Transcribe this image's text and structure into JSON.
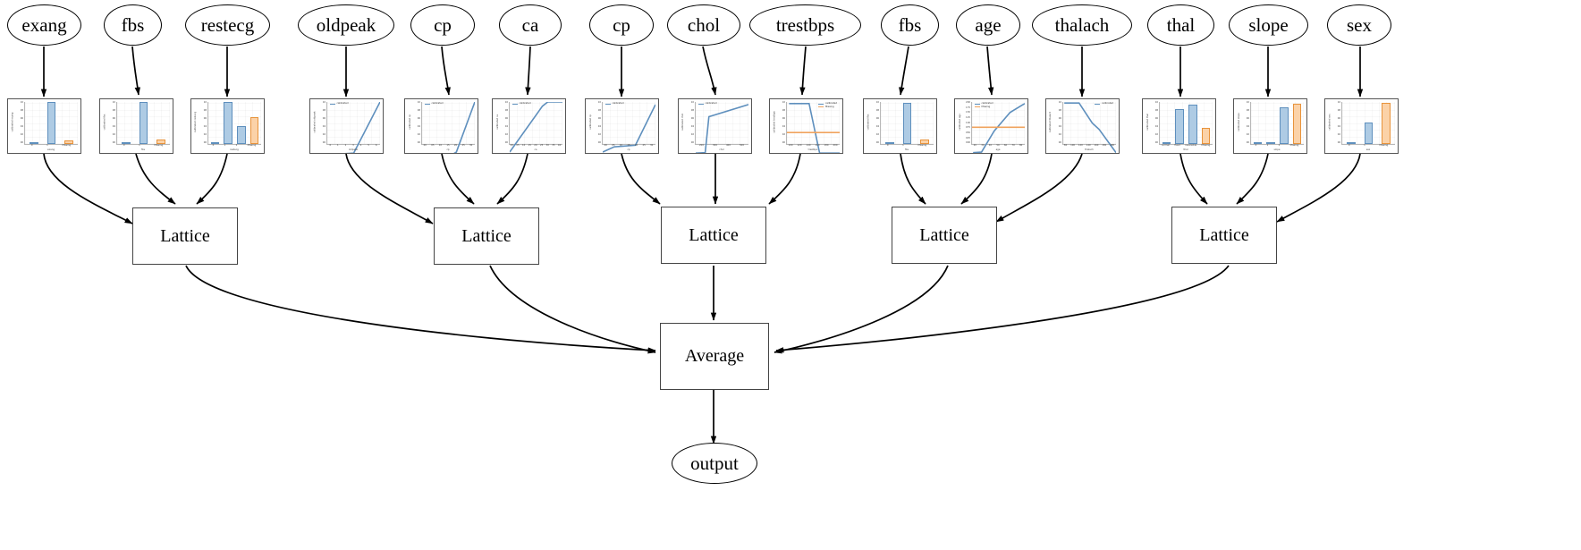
{
  "diagram": {
    "type": "calibrated-lattice-ensemble-graph",
    "output_node": {
      "label": "output"
    },
    "aggregate_node": {
      "label": "Average"
    },
    "lattice_label": "Lattice",
    "lattice_nodes": [
      {
        "label": "Lattice",
        "inputs": [
          "exang",
          "fbs",
          "restecg"
        ]
      },
      {
        "label": "Lattice",
        "inputs": [
          "oldpeak",
          "cp",
          "ca"
        ]
      },
      {
        "label": "Lattice",
        "inputs": [
          "cp",
          "chol",
          "trestbps"
        ]
      },
      {
        "label": "Lattice",
        "inputs": [
          "fbs",
          "age",
          "thalach"
        ]
      },
      {
        "label": "Lattice",
        "inputs": [
          "thal",
          "slope",
          "sex"
        ]
      }
    ],
    "features": [
      {
        "name": "exang",
        "plot_type": "bar",
        "xlabel": "exang",
        "ylabel": "calibrated exang",
        "xticks": [
          "0",
          "1",
          "Missing"
        ],
        "yticks": [
          "10",
          "08",
          "06",
          "04",
          "02",
          "00"
        ],
        "bars": [
          {
            "series": "calibrated",
            "value": 0.0
          },
          {
            "series": "calibrated",
            "value": 1.0
          },
          {
            "series": "Missing",
            "value": 0.08
          }
        ]
      },
      {
        "name": "fbs",
        "plot_type": "bar",
        "xlabel": "fbs",
        "ylabel": "calibrated fbs",
        "xticks": [
          "0",
          "1",
          "Missing"
        ],
        "yticks": [
          "10",
          "08",
          "06",
          "04",
          "02",
          "00"
        ],
        "bars": [
          {
            "series": "calibrated",
            "value": 0.0
          },
          {
            "series": "calibrated",
            "value": 1.0
          },
          {
            "series": "Missing",
            "value": 0.1
          }
        ]
      },
      {
        "name": "restecg",
        "plot_type": "bar",
        "xlabel": "restecg",
        "ylabel": "calibrated restecg",
        "xticks": [
          "0",
          "1",
          "2",
          "Missing"
        ],
        "yticks": [
          "10",
          "08",
          "06",
          "04",
          "02",
          "00"
        ],
        "bars": [
          {
            "series": "calibrated",
            "value": 0.0
          },
          {
            "series": "calibrated",
            "value": 1.0
          },
          {
            "series": "calibrated",
            "value": 0.42
          },
          {
            "series": "Missing",
            "value": 0.63
          }
        ]
      },
      {
        "name": "oldpeak",
        "plot_type": "line",
        "xlabel": "oldpeak",
        "ylabel": "calibrated oldpeak",
        "legend": [
          "calibrated"
        ],
        "xticks": [
          "0",
          "1",
          "2",
          "3",
          "4",
          "5",
          "6"
        ],
        "yticks": [
          "10",
          "08",
          "06",
          "04",
          "02",
          "00"
        ],
        "series": [
          {
            "name": "calibrated",
            "points": [
              [
                0,
                0.02
              ],
              [
                0.33,
                0.02
              ],
              [
                0.5,
                0.03
              ],
              [
                1.0,
                1.0
              ]
            ]
          }
        ]
      },
      {
        "name": "cp",
        "plot_type": "line",
        "xlabel": "cp",
        "ylabel": "calibrated cp",
        "legend": [
          "calibrated"
        ],
        "xticks": [
          "00",
          "05",
          "10",
          "15",
          "20",
          "25",
          "30"
        ],
        "yticks": [
          "10",
          "08",
          "06",
          "04",
          "02",
          "00"
        ],
        "series": [
          {
            "name": "calibrated",
            "points": [
              [
                0,
                0.02
              ],
              [
                0.6,
                0.02
              ],
              [
                0.65,
                0.05
              ],
              [
                1.0,
                1.0
              ]
            ]
          }
        ]
      },
      {
        "name": "ca",
        "plot_type": "line",
        "xlabel": "ca",
        "ylabel": "calibrated ca",
        "legend": [
          "calibrated"
        ],
        "xticks": [
          "00",
          "05",
          "10",
          "15",
          "20",
          "25",
          "30",
          "35",
          "40"
        ],
        "yticks": [
          "10",
          "08",
          "06",
          "04",
          "02",
          "00"
        ],
        "series": [
          {
            "name": "calibrated",
            "points": [
              [
                0,
                0.05
              ],
              [
                0.62,
                0.92
              ],
              [
                0.72,
                1.0
              ],
              [
                1.0,
                1.0
              ]
            ]
          }
        ]
      },
      {
        "name": "cp",
        "plot_type": "line",
        "xlabel": "cp",
        "ylabel": "calibrated cp",
        "legend": [
          "calibrated"
        ],
        "xticks": [
          "00",
          "05",
          "10",
          "15",
          "20",
          "25",
          "30"
        ],
        "yticks": [
          "10",
          "08",
          "06",
          "04",
          "02",
          "00"
        ],
        "series": [
          {
            "name": "calibrated",
            "points": [
              [
                0,
                0.05
              ],
              [
                0.22,
                0.15
              ],
              [
                0.62,
                0.18
              ],
              [
                1.0,
                0.95
              ]
            ]
          }
        ]
      },
      {
        "name": "chol",
        "plot_type": "line",
        "xlabel": "chol",
        "ylabel": "calibrated chol",
        "legend": [
          "calibrated"
        ],
        "xticks": [
          "200",
          "300",
          "400",
          "500"
        ],
        "yticks": [
          "10",
          "08",
          "06",
          "04",
          "02",
          "00"
        ],
        "series": [
          {
            "name": "calibrated",
            "points": [
              [
                0,
                0.03
              ],
              [
                0.18,
                0.04
              ],
              [
                0.25,
                0.72
              ],
              [
                1.0,
                0.95
              ]
            ]
          }
        ]
      },
      {
        "name": "trestbps",
        "plot_type": "line",
        "xlabel": "trestbps",
        "ylabel": "calibrated trestbps",
        "legend": [
          "calibrated",
          "Missing"
        ],
        "legend_position": "right",
        "xticks": [
          "100",
          "120",
          "140",
          "160",
          "180",
          "200"
        ],
        "yticks": [
          "10",
          "08",
          "06",
          "04",
          "02",
          "00"
        ],
        "series": [
          {
            "name": "calibrated",
            "points": [
              [
                0.04,
                0.97
              ],
              [
                0.42,
                0.97
              ],
              [
                0.62,
                0.03
              ],
              [
                1.0,
                0.03
              ]
            ]
          },
          {
            "name": "Missing",
            "points": [
              [
                0,
                0.42
              ],
              [
                1.0,
                0.42
              ]
            ]
          }
        ]
      },
      {
        "name": "fbs",
        "plot_type": "bar",
        "xlabel": "fbs",
        "ylabel": "calibrated fbs",
        "xticks": [
          "0",
          "1",
          "Missing"
        ],
        "yticks": [
          "10",
          "08",
          "06",
          "04",
          "02",
          "00"
        ],
        "bars": [
          {
            "series": "calibrated",
            "value": 0.0
          },
          {
            "series": "calibrated",
            "value": 0.97
          },
          {
            "series": "Missing",
            "value": 0.1
          }
        ]
      },
      {
        "name": "age",
        "plot_type": "line",
        "xlabel": "age",
        "ylabel": "calibrated age",
        "legend": [
          "calibrated",
          "Missing"
        ],
        "xticks": [
          "20",
          "30",
          "40",
          "50",
          "60",
          "70",
          "80"
        ],
        "yticks": [
          "200",
          "175",
          "150",
          "125",
          "100",
          "075",
          "050",
          "025",
          "000"
        ],
        "series": [
          {
            "name": "calibrated",
            "points": [
              [
                0.02,
                0.04
              ],
              [
                0.18,
                0.05
              ],
              [
                0.42,
                0.45
              ],
              [
                0.72,
                0.8
              ],
              [
                1.0,
                0.97
              ]
            ]
          },
          {
            "name": "Missing",
            "points": [
              [
                0,
                0.52
              ],
              [
                1.0,
                0.52
              ]
            ]
          }
        ]
      },
      {
        "name": "thalach",
        "plot_type": "line",
        "xlabel": "thalach",
        "ylabel": "calibrated thalach",
        "legend": [
          "calibrated"
        ],
        "legend_position": "right",
        "xticks": [
          "80",
          "100",
          "120",
          "140",
          "160",
          "180",
          "200"
        ],
        "yticks": [
          "10",
          "08",
          "06",
          "04",
          "02",
          "00"
        ],
        "series": [
          {
            "name": "calibrated",
            "points": [
              [
                0.02,
                0.98
              ],
              [
                0.3,
                0.98
              ],
              [
                0.55,
                0.6
              ],
              [
                0.68,
                0.48
              ],
              [
                1.0,
                0.04
              ]
            ]
          }
        ]
      },
      {
        "name": "thal",
        "plot_type": "bar",
        "xlabel": "thal",
        "ylabel": "calibrated thal",
        "xticks": [
          "normal",
          "fixed",
          "reversible",
          "Missing"
        ],
        "yticks": [
          "10",
          "08",
          "06",
          "04",
          "02",
          "00"
        ],
        "bars": [
          {
            "series": "calibrated",
            "value": 0.0
          },
          {
            "series": "calibrated",
            "value": 0.83
          },
          {
            "series": "calibrated",
            "value": 0.93
          },
          {
            "series": "Missing",
            "value": 0.38
          }
        ]
      },
      {
        "name": "slope",
        "plot_type": "bar",
        "xlabel": "slope",
        "ylabel": "calibrated slope",
        "xticks": [
          "0",
          "1",
          "2",
          "Missing"
        ],
        "yticks": [
          "10",
          "08",
          "06",
          "04",
          "02",
          "00"
        ],
        "bars": [
          {
            "series": "calibrated",
            "value": 0.0
          },
          {
            "series": "calibrated",
            "value": 0.0
          },
          {
            "series": "calibrated",
            "value": 0.88
          },
          {
            "series": "Missing",
            "value": 0.96
          }
        ]
      },
      {
        "name": "sex",
        "plot_type": "bar",
        "xlabel": "sex",
        "ylabel": "calibrated sex",
        "xticks": [
          "0",
          "1",
          "Missing"
        ],
        "yticks": [
          "10",
          "08",
          "06",
          "04",
          "02",
          "00"
        ],
        "bars": [
          {
            "series": "calibrated",
            "value": 0.0
          },
          {
            "series": "calibrated",
            "value": 0.52
          },
          {
            "series": "Missing",
            "value": 0.97
          }
        ]
      }
    ],
    "colors": {
      "calibrated_line": "#5e8fbd",
      "calibrated_fill": "#aecbe4",
      "missing_line": "#f0a35e",
      "missing_fill": "#fbd2a8",
      "node_stroke": "#000000",
      "box_stroke": "#444444",
      "background": "#ffffff"
    }
  }
}
